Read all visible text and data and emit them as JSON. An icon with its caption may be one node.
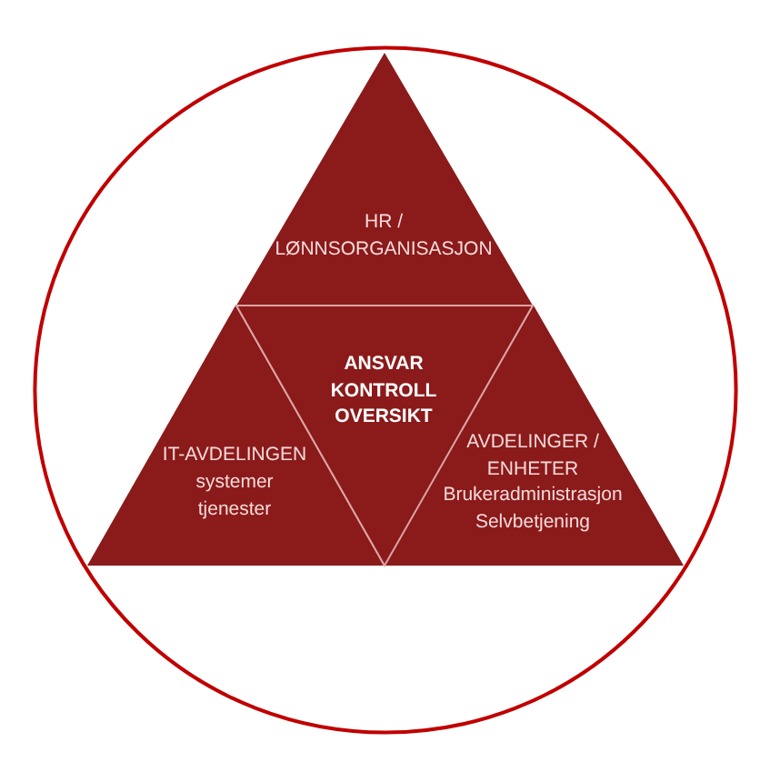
{
  "diagram": {
    "nodes": [
      {
        "text": [],
        "shape": "circle"
      },
      {
        "text": [
          "HR / LØNNSORGANISASJON"
        ],
        "in": 0
      },
      {
        "text": [
          "ANSVAR KONTROLL OVERSIKT"
        ],
        "in": 0
      },
      {
        "text": [
          "IT-AVDELINGEN",
          "systemer tjenester"
        ],
        "in": 0
      },
      {
        "text": [
          "AVDELINGER / ENHETER",
          "Brukeradministrasjon Selvbetjening"
        ],
        "in": 0
      }
    ]
  }
}
